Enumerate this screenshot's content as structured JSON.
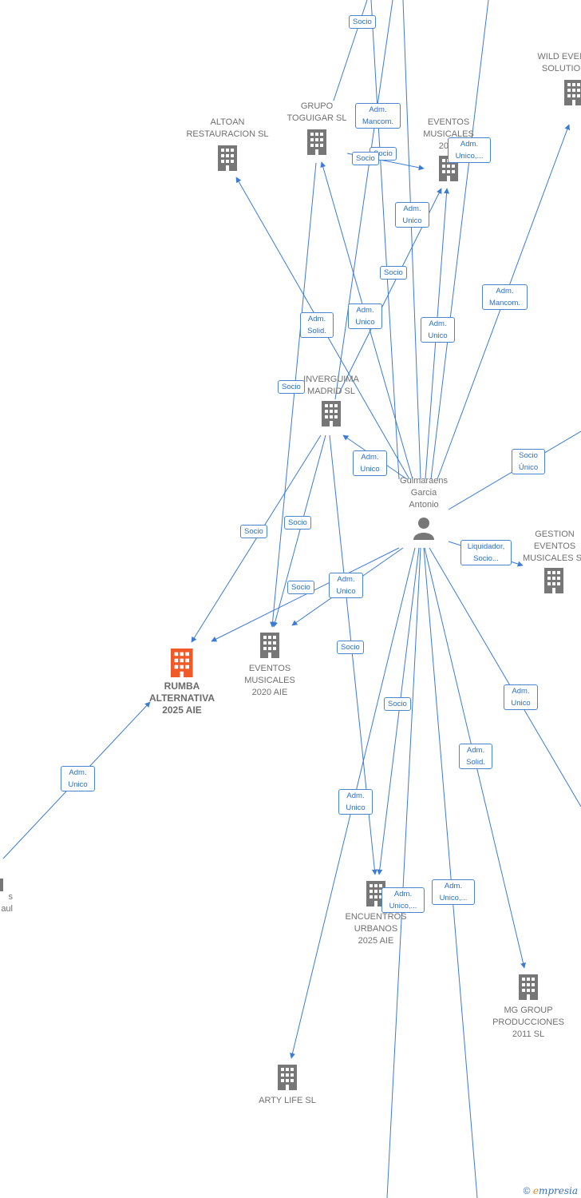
{
  "companies": {
    "altoan": "ALTOAN RESTAURACION SL",
    "guitogar": "GRUPO TOGUIGAR SL",
    "eventos2022": "EVENTOS MUSICALES 2022",
    "wildr": "WILD EVENT SOLUTION",
    "inverguima": "INVERGUIMA MADRID SL",
    "gestion": "GESTION EVENTOS MUSICALES SL",
    "rumba": "RUMBA ALTERNATIVA 2025 AIE",
    "eventos2020": "EVENTOS MUSICALES 2020 AIE",
    "encuentros": "ENCUENTROS URBANOS 2025 AIE",
    "mggroup": "MG GROUP PRODUCCIONES 2011 SL",
    "artylife": "ARTY LIFE SL",
    "leftcut": "s aul"
  },
  "person": {
    "name": "Guimaraens Garcia Antonio"
  },
  "edges": {
    "e1": "Socio",
    "e2": "Adm. Mancom.",
    "e3": "Socio",
    "e4": "Socio",
    "e5": "Adm. Unico,...",
    "e6": "Adm. Unico",
    "e7": "Socio",
    "e8": "Adm. Mancom.",
    "e9": "Adm. Solid.",
    "e10": "Adm. Unico",
    "e11": "Adm. Unico",
    "e12": "Socio",
    "e13": "Adm. Unico",
    "e14": "Socio Único",
    "e15": "Liquidador, Socio...",
    "e16": "Socio",
    "e17": "Socio",
    "e18": "Socio",
    "e19": "Adm. Unico",
    "e20": "Socio",
    "e21": "Adm. Unico",
    "e22": "Socio",
    "e23": "Adm. Solid.",
    "e24": "Adm. Unico",
    "e25": "Adm. Unico",
    "e26": "Adm. Unico,...",
    "e27": "Adm. Unico,..."
  },
  "footer": {
    "copyright": "©",
    "brand_first": "e",
    "brand_rest": "mpresia"
  },
  "colors": {
    "line": "#3a7bd5",
    "focus": "#f05a28",
    "node": "#777777"
  }
}
